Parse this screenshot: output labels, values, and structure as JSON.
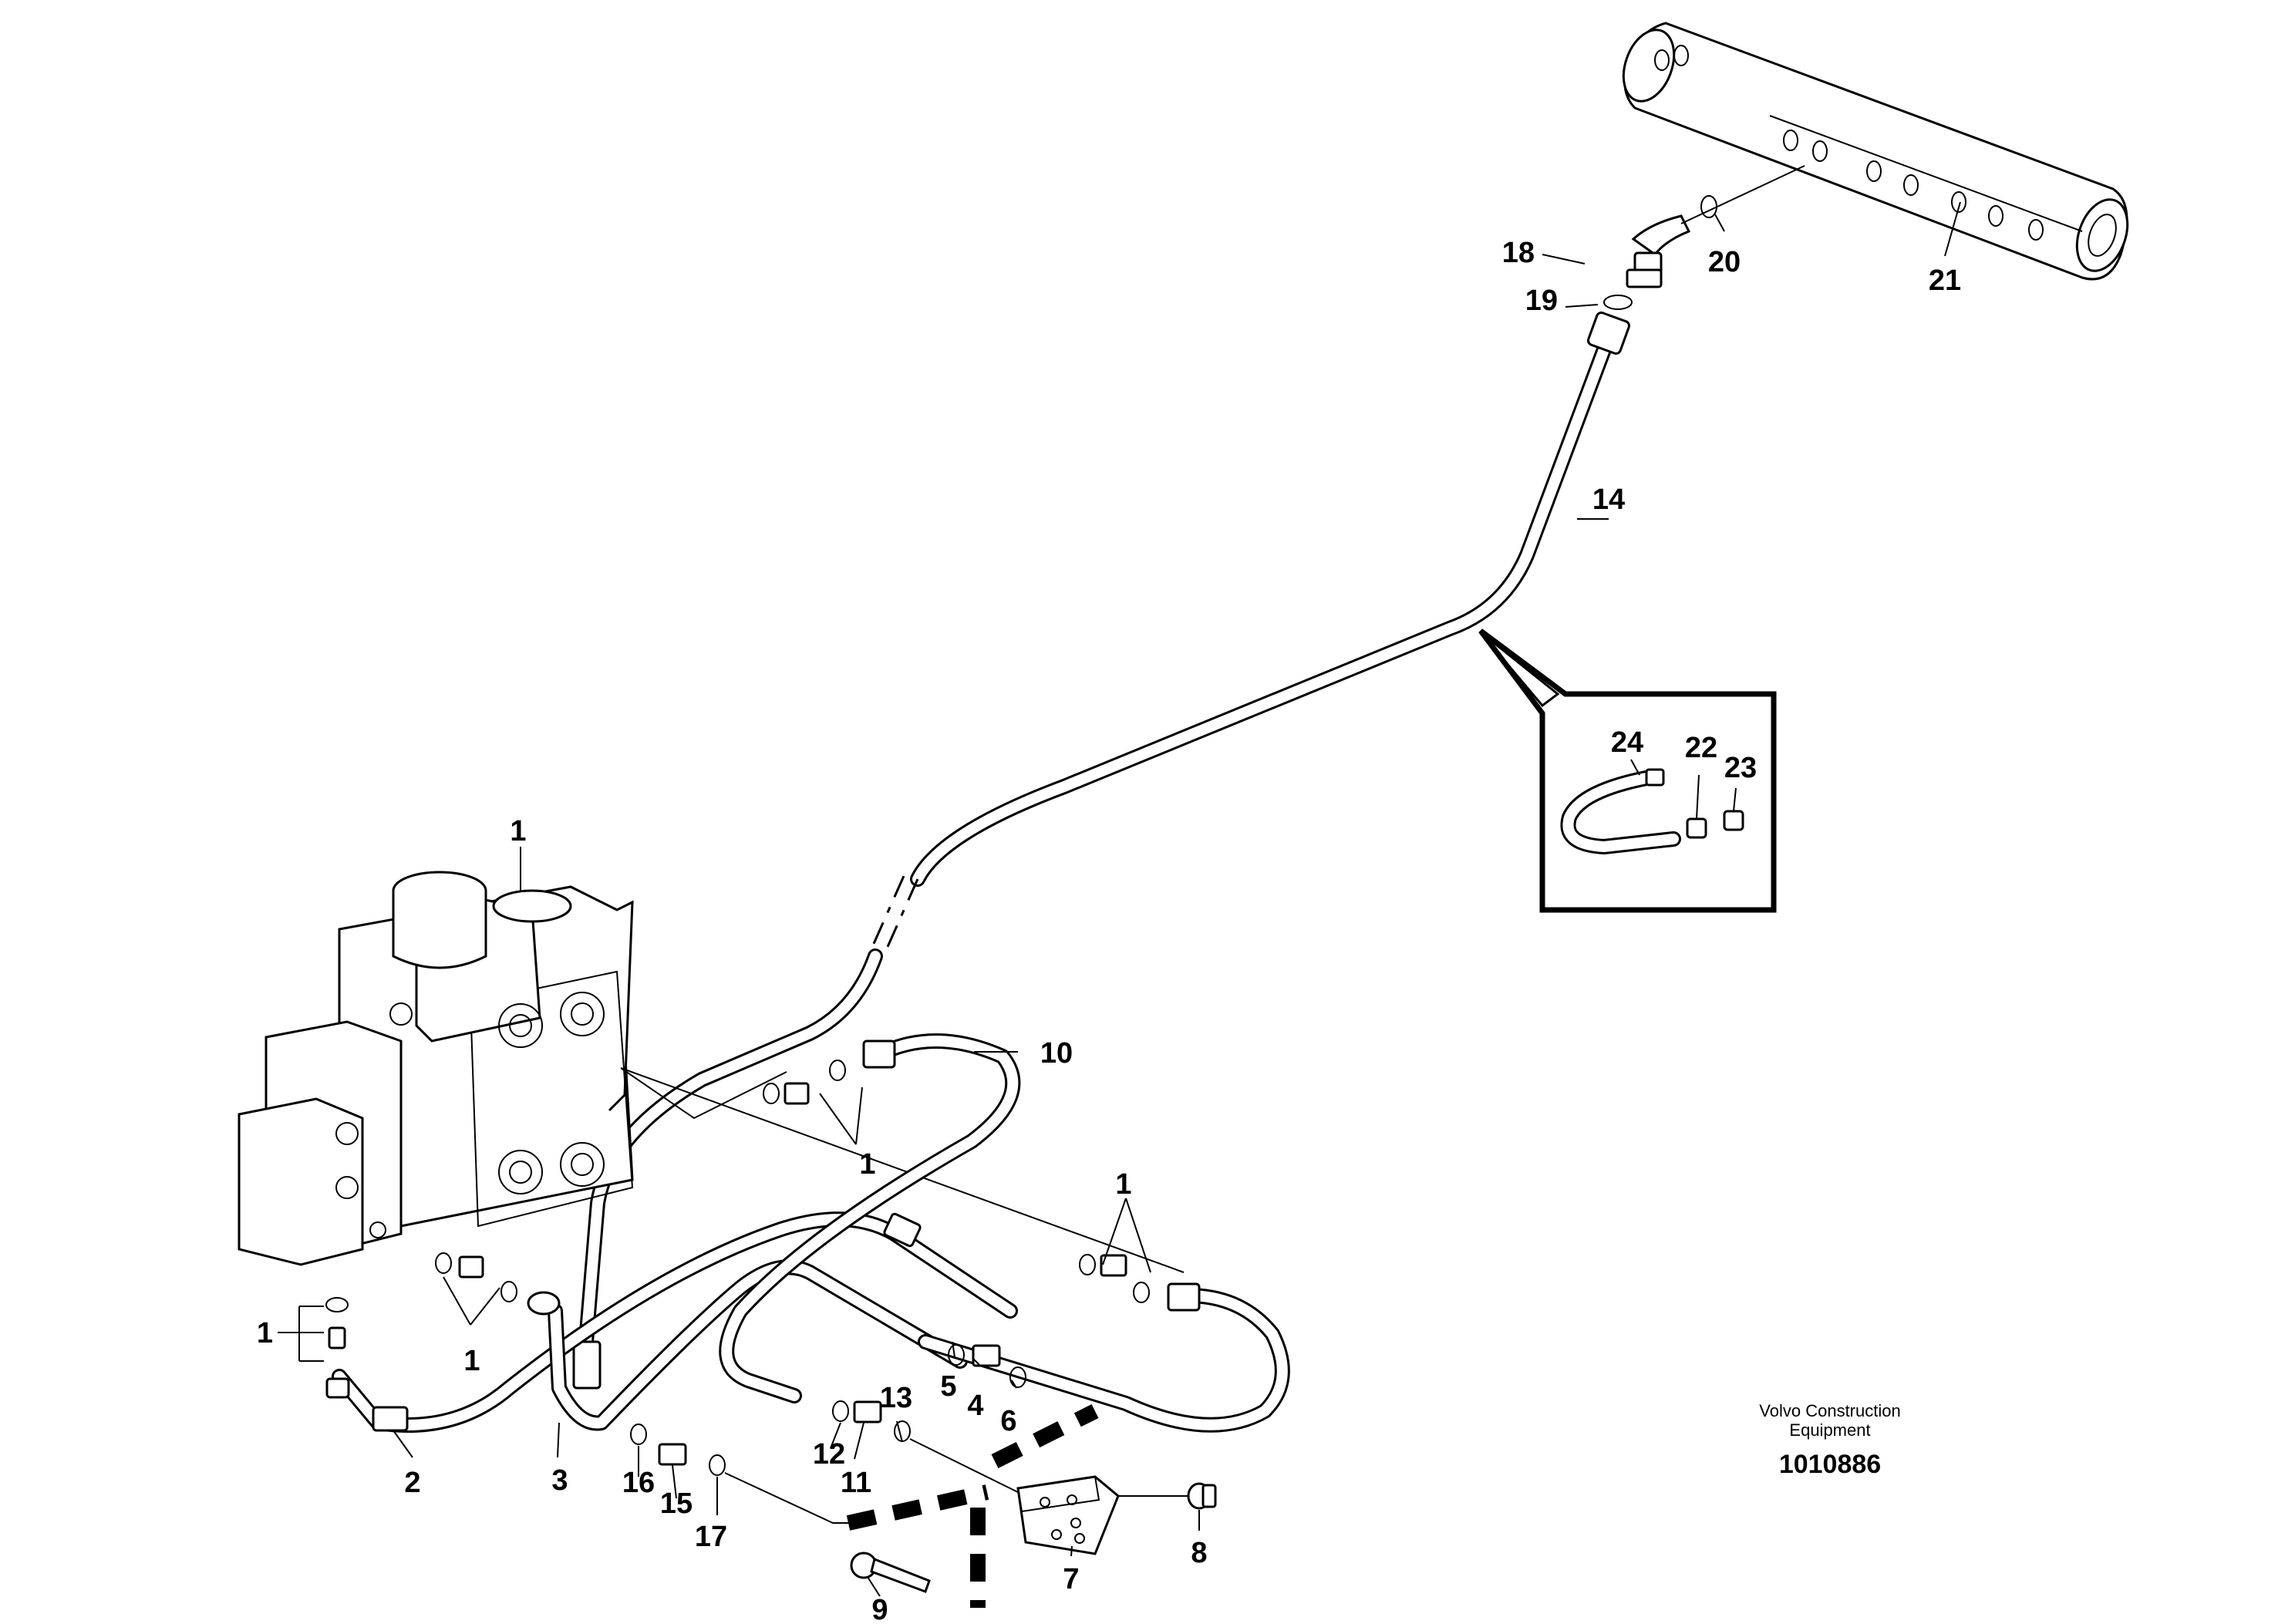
{
  "labels": {
    "p1a": "1",
    "p1b": "1",
    "p1c": "1",
    "p1d": "1",
    "p1e": "1",
    "p2": "2",
    "p3": "3",
    "p4": "4",
    "p5": "5",
    "p6": "6",
    "p7": "7",
    "p8": "8",
    "p9": "9",
    "p10": "10",
    "p11": "11",
    "p12": "12",
    "p13": "13",
    "p14": "14",
    "p15": "15",
    "p16": "16",
    "p17": "17",
    "p18": "18",
    "p19": "19",
    "p20": "20",
    "p21": "21",
    "p22": "22",
    "p23": "23",
    "p24": "24"
  },
  "brand": {
    "line1": "Volvo Construction",
    "line2": "Equipment"
  },
  "drawing_number": "1010886"
}
